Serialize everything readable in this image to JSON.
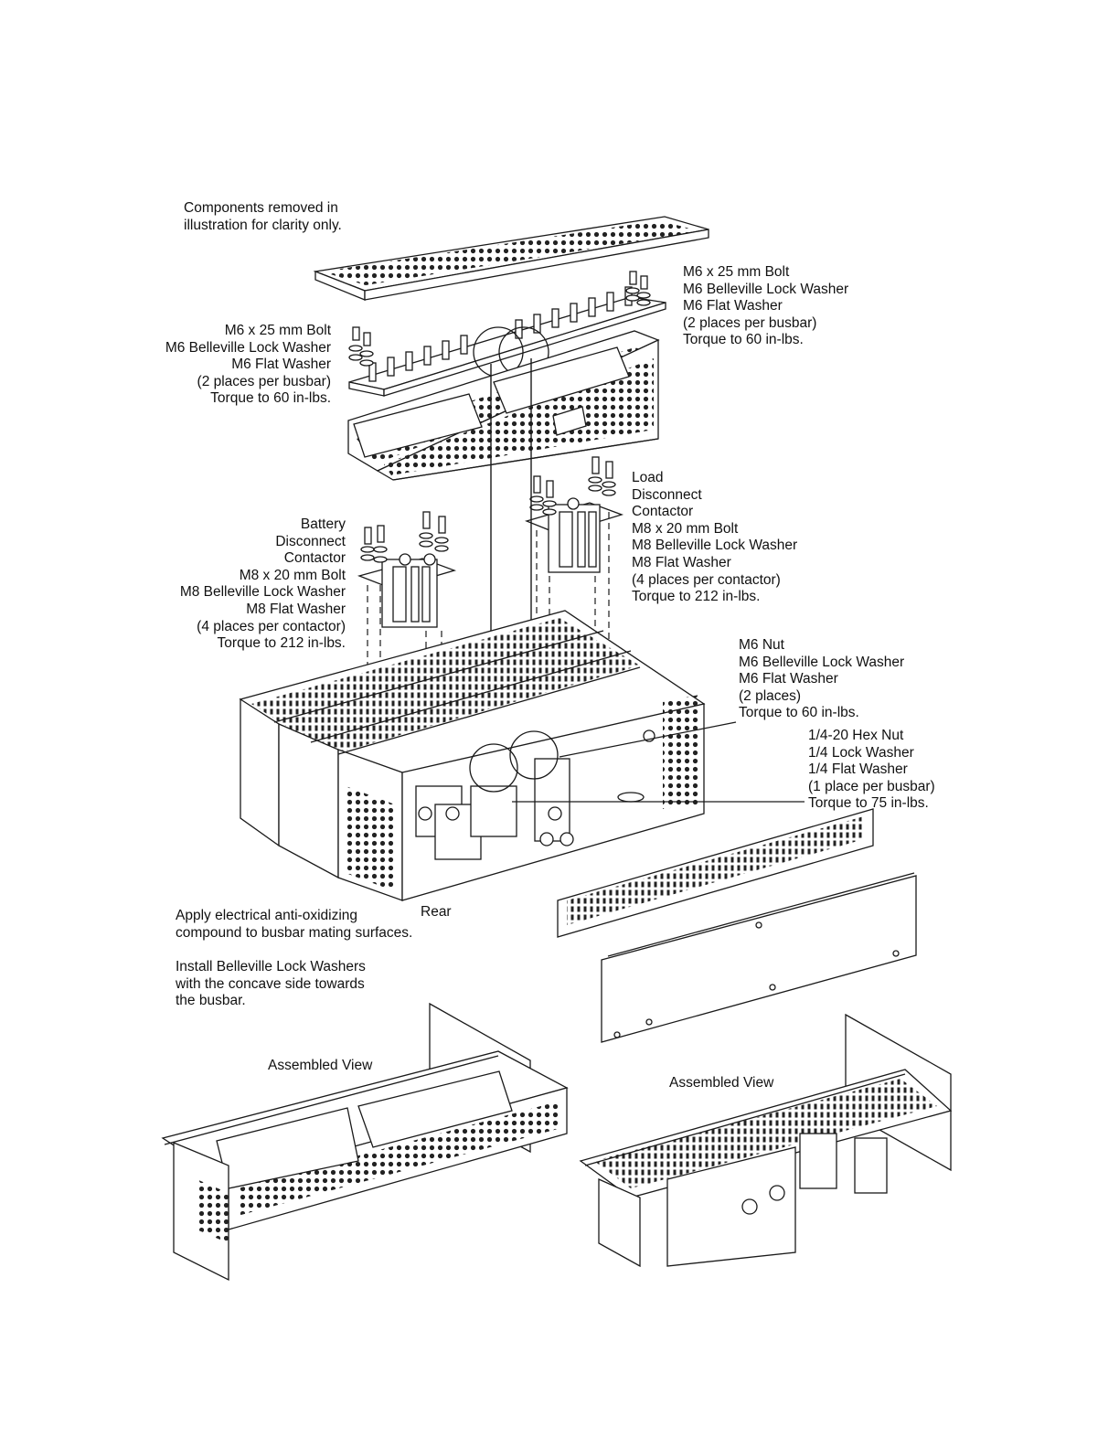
{
  "notes": {
    "clarity_l1": "Components removed in",
    "clarity_l2": "illustration for clarity only.",
    "oxidizing_l1": "Apply electrical anti-oxidizing",
    "oxidizing_l2": "compound to busbar mating surfaces.",
    "belleville_l1": "Install Belleville Lock Washers",
    "belleville_l2": "with the concave side towards",
    "belleville_l3": "the busbar."
  },
  "callouts": {
    "top_right": {
      "l1": "M6 x 25 mm Bolt",
      "l2": "M6 Belleville Lock Washer",
      "l3": "M6 Flat Washer",
      "l4": "(2 places per busbar)",
      "l5": "Torque to 60 in-lbs."
    },
    "top_left": {
      "l1": "M6 x 25 mm Bolt",
      "l2": "M6 Belleville Lock Washer",
      "l3": "M6 Flat Washer",
      "l4": "(2 places per busbar)",
      "l5": "Torque to 60 in-lbs."
    },
    "load_contactor": {
      "l1": "Load",
      "l2": "Disconnect",
      "l3": "Contactor",
      "l4": "M8 x 20 mm Bolt",
      "l5": "M8 Belleville Lock Washer",
      "l6": "M8 Flat Washer",
      "l7": "(4 places per contactor)",
      "l8": "Torque to 212 in-lbs."
    },
    "battery_contactor": {
      "l1": "Battery",
      "l2": "Disconnect",
      "l3": "Contactor",
      "l4": "M8 x 20 mm Bolt",
      "l5": "M8 Belleville Lock Washer",
      "l6": "M8 Flat Washer",
      "l7": "(4 places per contactor)",
      "l8": "Torque to 212 in-lbs."
    },
    "m6_nut": {
      "l1": "M6 Nut",
      "l2": "M6 Belleville Lock Washer",
      "l3": "M6 Flat Washer",
      "l4": "(2 places)",
      "l5": "Torque to 60 in-lbs."
    },
    "hex_nut": {
      "l1": "1/4-20 Hex Nut",
      "l2": "1/4 Lock Washer",
      "l3": "1/4 Flat Washer",
      "l4": "(1 place per busbar)",
      "l5": "Torque to 75 in-lbs."
    }
  },
  "views": {
    "rear": "Rear",
    "assembled_left": "Assembled View",
    "assembled_right": "Assembled View"
  }
}
